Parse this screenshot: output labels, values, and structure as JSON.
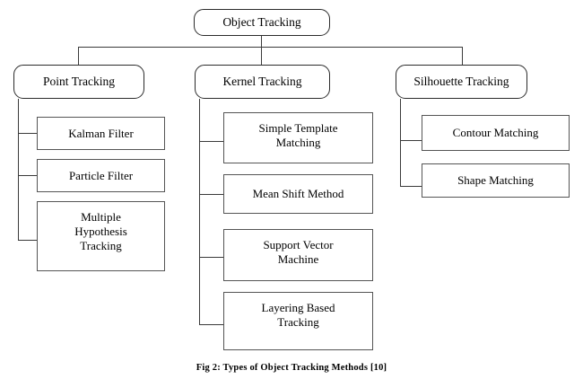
{
  "figure": {
    "caption": "Fig 2: Types of Object Tracking Methods [10]",
    "root": {
      "label": "Object Tracking"
    },
    "branches": [
      {
        "label": "Point Tracking",
        "children": [
          {
            "label": "Kalman Filter"
          },
          {
            "label": "Particle Filter"
          },
          {
            "label": "Multiple\nHypothesis\nTracking"
          }
        ]
      },
      {
        "label": "Kernel Tracking",
        "children": [
          {
            "label": "Simple Template\nMatching"
          },
          {
            "label": "Mean Shift Method"
          },
          {
            "label": "Support Vector\nMachine"
          },
          {
            "label": "Layering Based\nTracking"
          }
        ]
      },
      {
        "label": "Silhouette Tracking",
        "children": [
          {
            "label": "Contour Matching"
          },
          {
            "label": "Shape Matching"
          }
        ]
      }
    ]
  },
  "colors": {
    "background": "#ffffff",
    "node_border_level1": "#2b2b2b",
    "node_border_level3": "#555555",
    "connector": "#3a3a3a",
    "text": "#000000"
  }
}
